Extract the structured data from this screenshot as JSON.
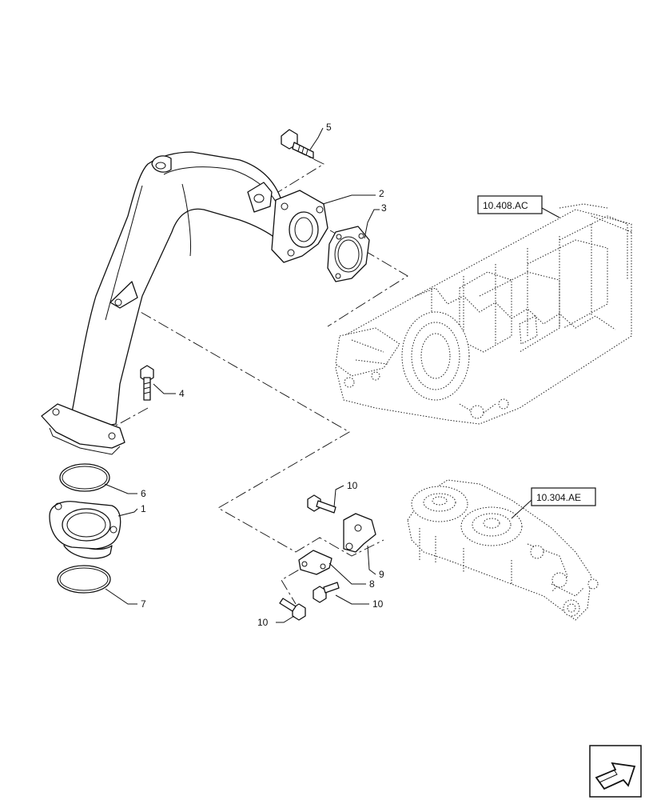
{
  "callouts": {
    "c1": "1",
    "c2": "2",
    "c3": "3",
    "c4": "4",
    "c5": "5",
    "c6": "6",
    "c7": "7",
    "c8": "8",
    "c9": "9",
    "c10a": "10",
    "c10b": "10",
    "c10c": "10"
  },
  "references": {
    "intake_manifold": "10.408.AC",
    "water_pump_housing": "10.304.AE"
  },
  "icons": {
    "nav": "next-page-arrow-icon"
  }
}
